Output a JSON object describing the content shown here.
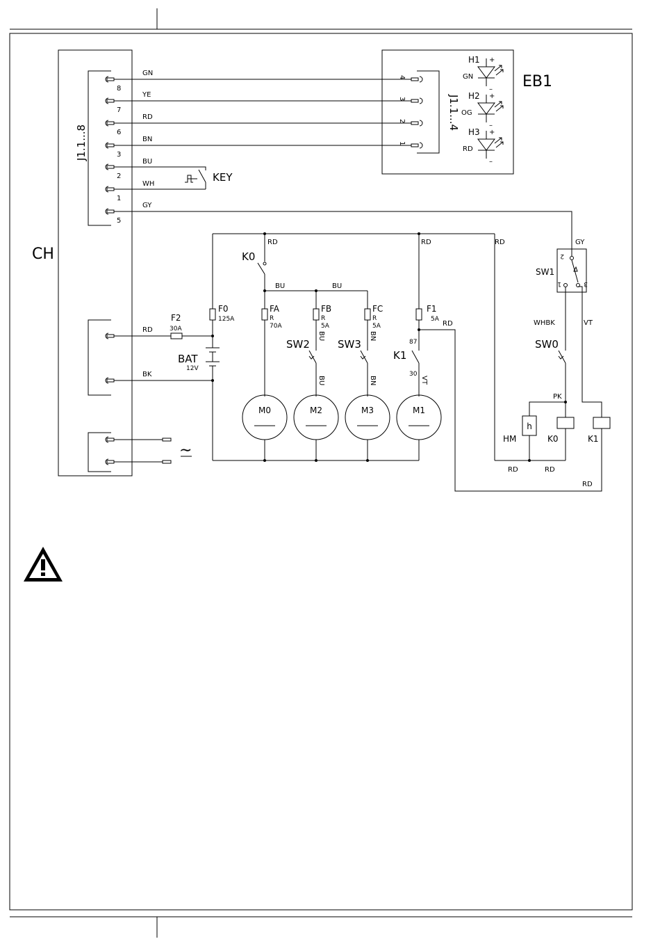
{
  "connector_ch": {
    "name": "CH",
    "label": "J1.1...8",
    "pins": [
      {
        "pin": "8",
        "wire": "GN"
      },
      {
        "pin": "7",
        "wire": "YE"
      },
      {
        "pin": "6",
        "wire": "RD"
      },
      {
        "pin": "3",
        "wire": "BN"
      },
      {
        "pin": "2",
        "wire": "BU"
      },
      {
        "pin": "1",
        "wire": "WH"
      },
      {
        "pin": "5",
        "wire": "GY"
      }
    ],
    "lower_wires": [
      "RD",
      "BK"
    ],
    "ac_symbol": "∼"
  },
  "key_switch": {
    "label": "KEY"
  },
  "eb1": {
    "name": "EB1",
    "connector": "J1.1...4",
    "pins": [
      "4",
      "3",
      "2",
      "1"
    ],
    "leds": [
      {
        "id": "H1",
        "color": "GN"
      },
      {
        "id": "H2",
        "color": "OG"
      },
      {
        "id": "H3",
        "color": "RD"
      }
    ]
  },
  "fuses": {
    "f2": {
      "id": "F2",
      "rating": "30A"
    },
    "f0": {
      "id": "F0",
      "rating": "125A"
    },
    "fa": {
      "id": "FA",
      "code": "R",
      "rating": "70A"
    },
    "fb": {
      "id": "FB",
      "code": "R",
      "rating": "5A"
    },
    "fc": {
      "id": "FC",
      "code": "R",
      "rating": "5A"
    },
    "f1": {
      "id": "F1",
      "rating": "5A"
    }
  },
  "battery": {
    "id": "BAT",
    "voltage": "12V"
  },
  "switches": {
    "k0": "K0",
    "sw2": "SW2",
    "sw3": "SW3",
    "k1": "K1",
    "k1_pin_87": "87",
    "k1_pin_30": "30",
    "sw0": "SW0",
    "sw1": "SW1"
  },
  "sw1_pins": [
    "2",
    "1",
    "3"
  ],
  "motors": [
    "M0",
    "M2",
    "M3",
    "M1"
  ],
  "relays": {
    "hm": "HM",
    "hm_symbol": "h",
    "k0": "K0",
    "k1": "K1"
  },
  "wire_labels": {
    "rd": "RD",
    "bu": "BU",
    "bn": "BN",
    "vt": "VT",
    "gy": "GY",
    "pk": "PK",
    "whbk": "WHBK"
  }
}
